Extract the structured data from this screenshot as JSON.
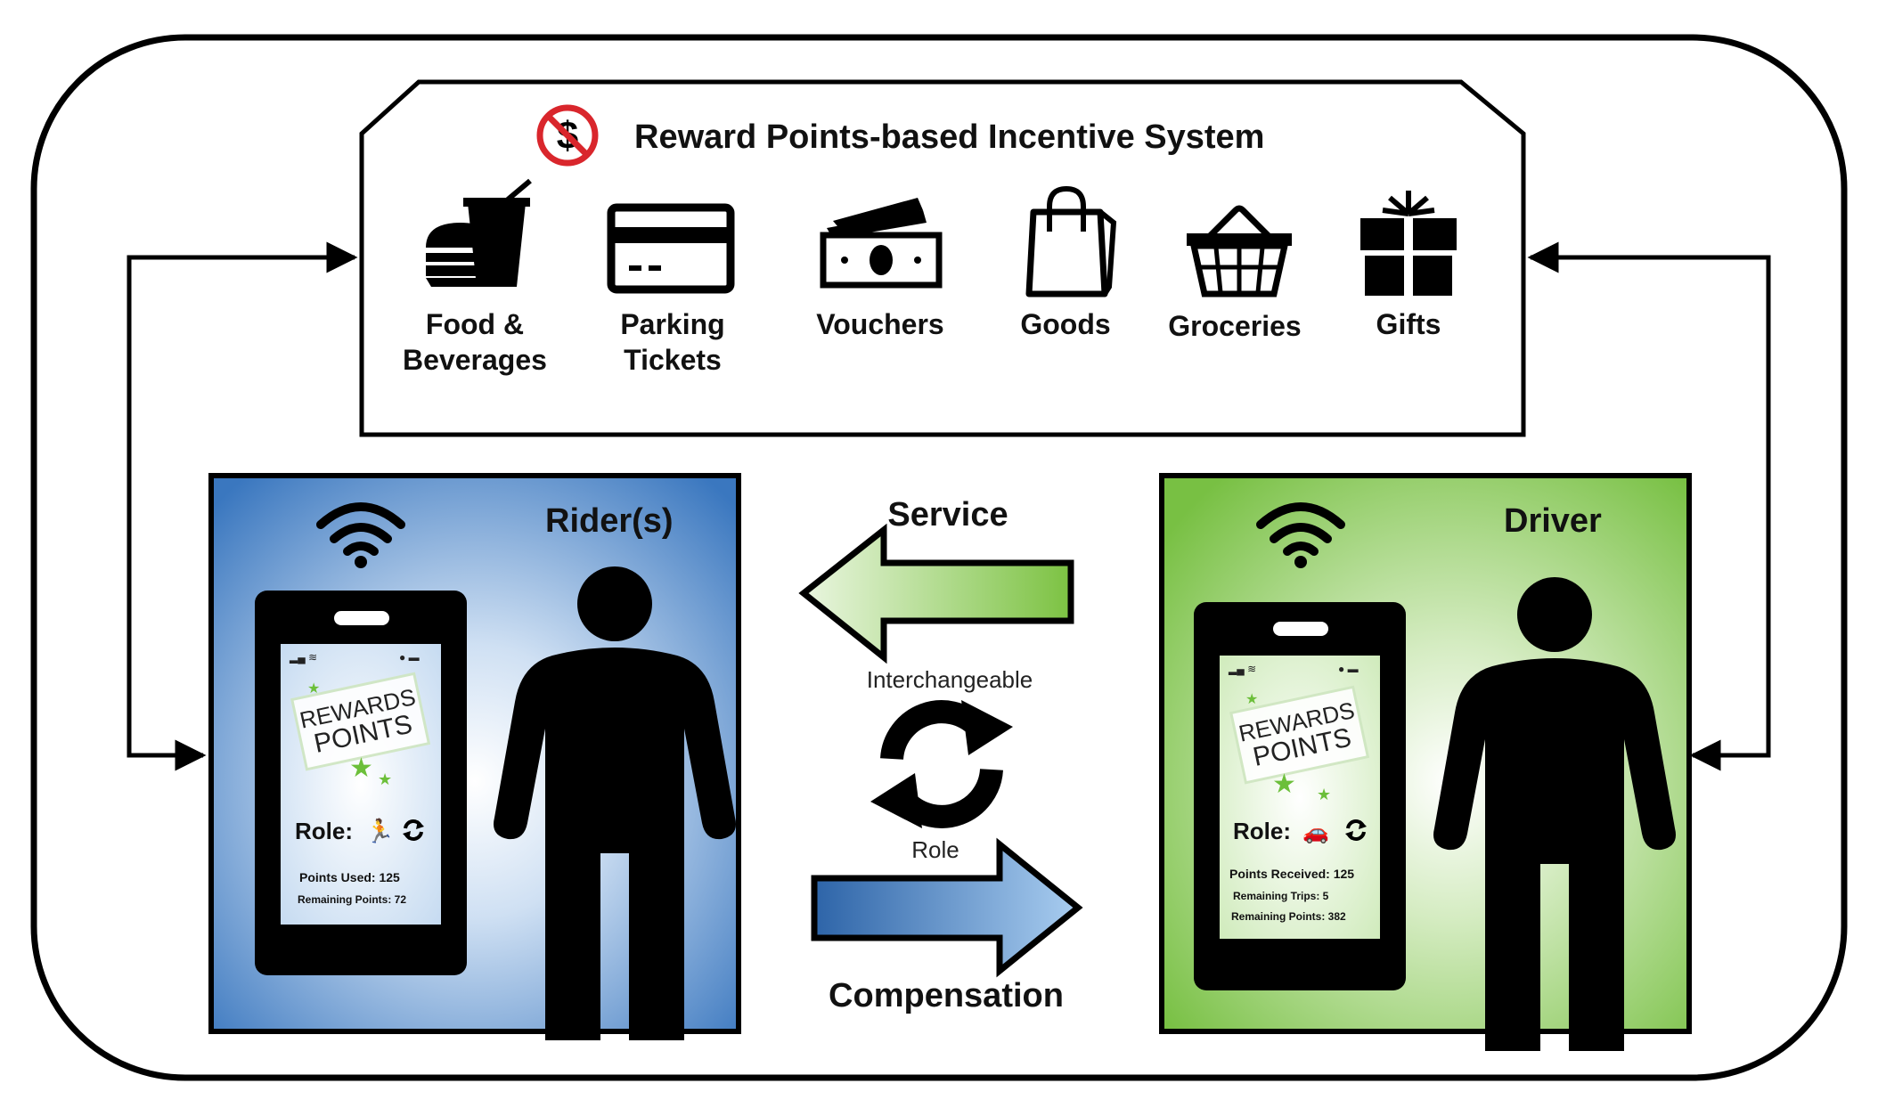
{
  "system": {
    "title": "Reward Points-based Incentive System",
    "no_cash_icon": "no-dollar-icon",
    "items": [
      {
        "icon": "food-beverages-icon",
        "line1": "Food &",
        "line2": "Beverages"
      },
      {
        "icon": "parking-ticket-icon",
        "line1": "Parking",
        "line2": "Tickets"
      },
      {
        "icon": "vouchers-icon",
        "line1": "Vouchers",
        "line2": ""
      },
      {
        "icon": "shopping-bag-icon",
        "line1": "Goods",
        "line2": ""
      },
      {
        "icon": "basket-icon",
        "line1": "Groceries",
        "line2": ""
      },
      {
        "icon": "gift-icon",
        "line1": "Gifts",
        "line2": ""
      }
    ]
  },
  "rider": {
    "title": "Rider(s)",
    "role_label": "Role:",
    "role_icon": "runner-icon",
    "logo_line1": "REWARDS",
    "logo_line2": "POINTS",
    "stats": [
      "Points Used: 125",
      "Remaining Points: 72"
    ],
    "color": "#3f7fc6"
  },
  "driver": {
    "title": "Driver",
    "role_label": "Role:",
    "role_icon": "car-icon",
    "logo_line1": "REWARDS",
    "logo_line2": "POINTS",
    "stats": [
      "Points Received: 125",
      "Remaining Trips: 5",
      "Remaining Points: 382"
    ],
    "color": "#7cc242"
  },
  "flows": {
    "service": "Service",
    "compensation": "Compensation",
    "swap_top": "Interchangeable",
    "swap_bottom": "Role"
  },
  "colors": {
    "rider_blue": "#3f7fc6",
    "driver_green": "#7cc242",
    "star_green": "#6cbf3a",
    "logo_blue": "#4a7fc0",
    "no_red": "#d9262c"
  }
}
